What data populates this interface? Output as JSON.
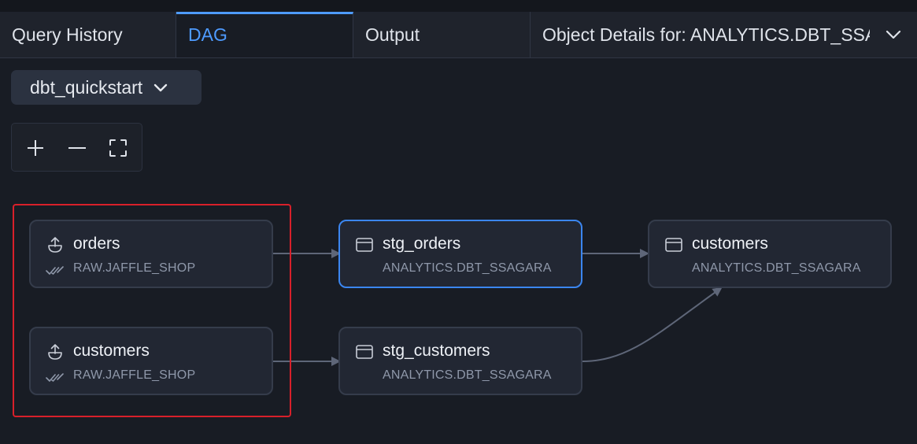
{
  "tabs": [
    {
      "label": "Query History",
      "active": false
    },
    {
      "label": "DAG",
      "active": true
    },
    {
      "label": "Output",
      "active": false
    },
    {
      "label": "Object Details for: ANALYTICS.DBT_SSAGARA",
      "active": false
    }
  ],
  "project_selector": {
    "label": "dbt_quickstart",
    "icon": "chevron-down-icon"
  },
  "zoom_controls": [
    {
      "name": "zoom-in",
      "icon": "plus-icon"
    },
    {
      "name": "zoom-out",
      "icon": "minus-icon"
    },
    {
      "name": "fit-view",
      "icon": "fullscreen-icon"
    }
  ],
  "nodes": {
    "raw_orders": {
      "name": "orders",
      "schema": "RAW.JAFFLE_SHOP",
      "type": "source",
      "icon": "source-upload-icon"
    },
    "raw_customers": {
      "name": "customers",
      "schema": "RAW.JAFFLE_SHOP",
      "type": "source",
      "icon": "source-upload-icon"
    },
    "stg_orders": {
      "name": "stg_orders",
      "schema": "ANALYTICS.DBT_SSAGARA",
      "type": "model",
      "icon": "table-icon",
      "selected": true
    },
    "stg_customers": {
      "name": "stg_customers",
      "schema": "ANALYTICS.DBT_SSAGARA",
      "type": "model",
      "icon": "table-icon"
    },
    "customers": {
      "name": "customers",
      "schema": "ANALYTICS.DBT_SSAGARA",
      "type": "model",
      "icon": "table-icon"
    }
  },
  "edges": [
    {
      "from": "raw_orders",
      "to": "stg_orders"
    },
    {
      "from": "raw_customers",
      "to": "stg_customers"
    },
    {
      "from": "stg_orders",
      "to": "customers"
    },
    {
      "from": "stg_customers",
      "to": "customers"
    }
  ],
  "colors": {
    "accent": "#4e9bff",
    "selected_border": "#3b86f0",
    "highlight": "#d8202a",
    "background": "#181c24"
  }
}
